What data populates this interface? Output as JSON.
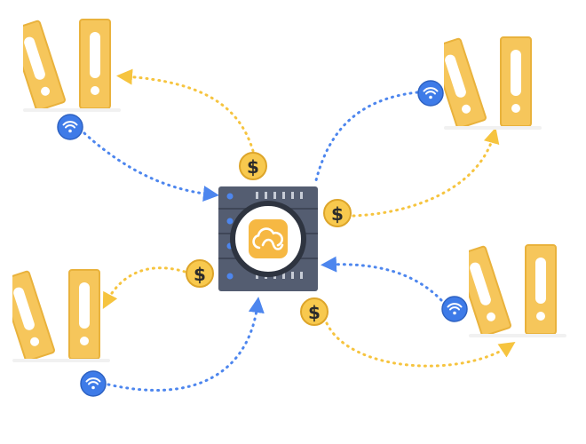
{
  "diagram": {
    "center": {
      "icon": "server-rack-icon",
      "logo_icon": "cloud-sync-icon",
      "logo_color": "#F6B843"
    },
    "nodes": [
      {
        "name": "top-left",
        "icon": "binder-folders-icon",
        "badge_icon": "wifi-icon",
        "coin_label": "$"
      },
      {
        "name": "top-right",
        "icon": "binder-folders-icon",
        "badge_icon": "wifi-icon",
        "coin_label": "$"
      },
      {
        "name": "bottom-left",
        "icon": "binder-folders-icon",
        "badge_icon": "wifi-icon",
        "coin_label": "$"
      },
      {
        "name": "bottom-right",
        "icon": "binder-folders-icon",
        "badge_icon": "wifi-icon",
        "coin_label": "$"
      }
    ],
    "colors": {
      "folder": "#F6C65B",
      "folder_stroke": "#E9B23C",
      "coin": "#F8C94E",
      "coin_stroke": "#DDA52A",
      "wifi": "#3E7BE8",
      "server": "#545D71",
      "payment_arrow": "#F6C43F",
      "network_arrow": "#4D86EE"
    }
  }
}
